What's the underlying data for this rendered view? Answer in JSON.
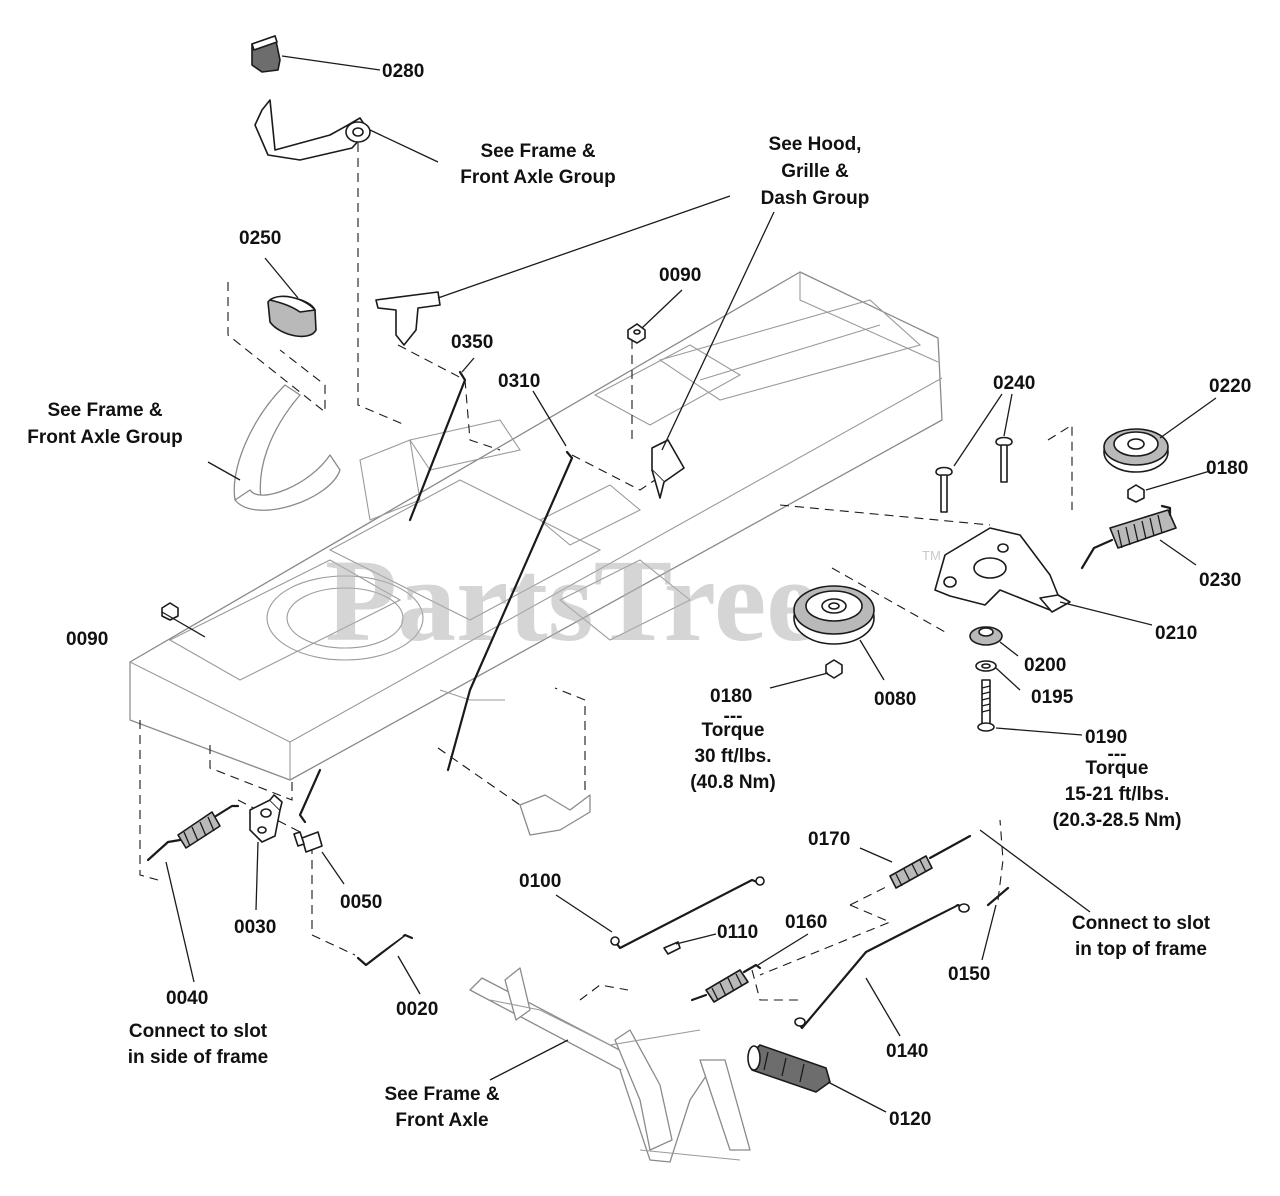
{
  "watermark": {
    "text": "PartsTree",
    "tm": "TM"
  },
  "parts": {
    "p0280": "0280",
    "p0250": "0250",
    "p0350": "0350",
    "p0310": "0310",
    "p0090_top": "0090",
    "p0090_left": "0090",
    "p0240": "0240",
    "p0220": "0220",
    "p0180_right": "0180",
    "p0230": "0230",
    "p0210": "0210",
    "p0200": "0200",
    "p0195": "0195",
    "p0190": "0190",
    "p0180_left": "0180",
    "p0080": "0080",
    "p0050": "0050",
    "p0030": "0030",
    "p0040": "0040",
    "p0020": "0020",
    "p0100": "0100",
    "p0110": "0110",
    "p0160": "0160",
    "p0170": "0170",
    "p0150": "0150",
    "p0140": "0140",
    "p0120": "0120"
  },
  "notes": {
    "frame_axle_top": [
      "See Frame &",
      "Front Axle Group"
    ],
    "hood_grille": [
      "See Hood,",
      "Grille &",
      "Dash  Group"
    ],
    "frame_axle_left": [
      "See Frame &",
      "Front Axle Group"
    ],
    "torque_0180": [
      "---",
      "Torque",
      "30 ft/lbs.",
      "(40.8 Nm)"
    ],
    "torque_0190": [
      "---",
      "Torque",
      "15-21 ft/lbs.",
      "(20.3-28.5 Nm)"
    ],
    "slot_side": [
      "Connect to slot",
      "in side of frame"
    ],
    "slot_top": [
      "Connect to slot",
      "in top of frame"
    ],
    "frame_axle_bottom": [
      "See Frame &",
      "Front Axle"
    ]
  }
}
